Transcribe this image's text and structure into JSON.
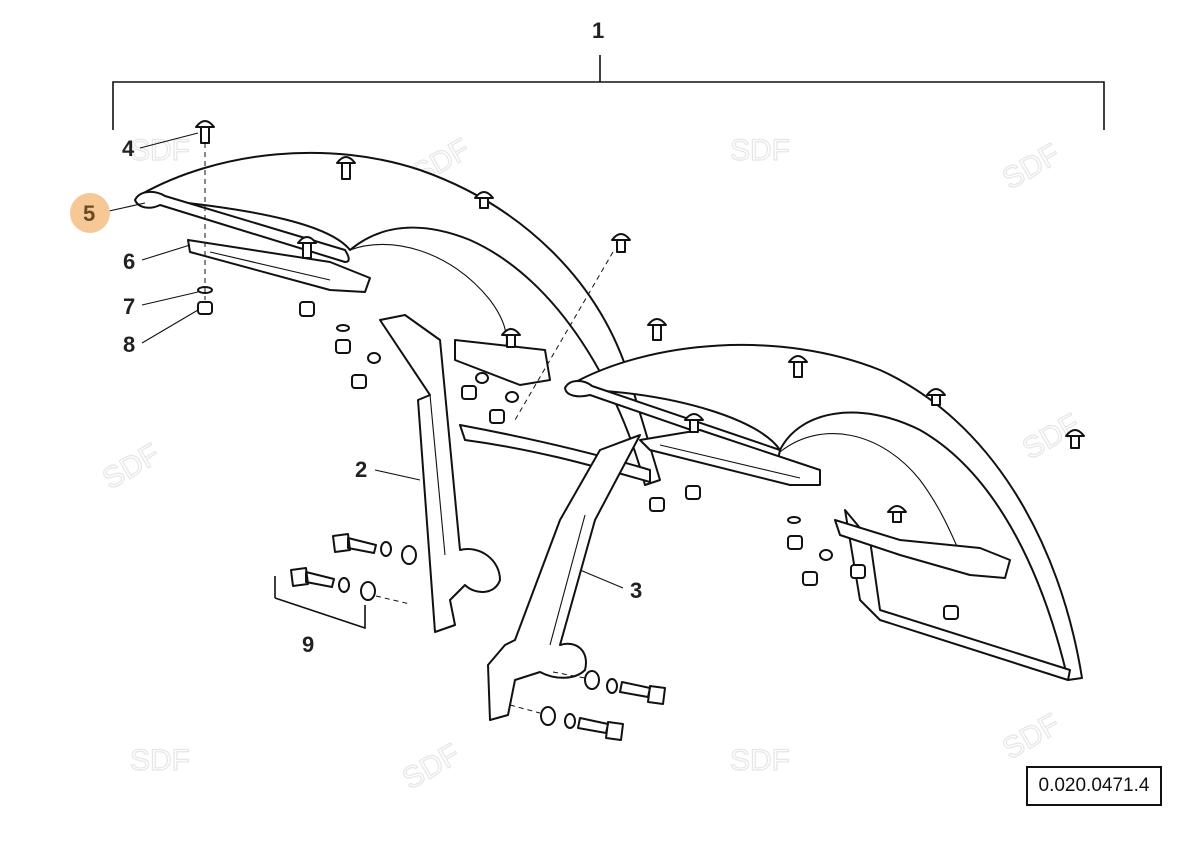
{
  "diagram": {
    "reference_code": "0.020.0471.4",
    "watermark": "SDF",
    "highlight_color": "#f5c896",
    "callouts": {
      "c1": "1",
      "c2": "2",
      "c3": "3",
      "c4": "4",
      "c5": "5",
      "c6": "6",
      "c7": "7",
      "c8": "8",
      "c9": "9"
    },
    "highlighted_callout": "5"
  }
}
